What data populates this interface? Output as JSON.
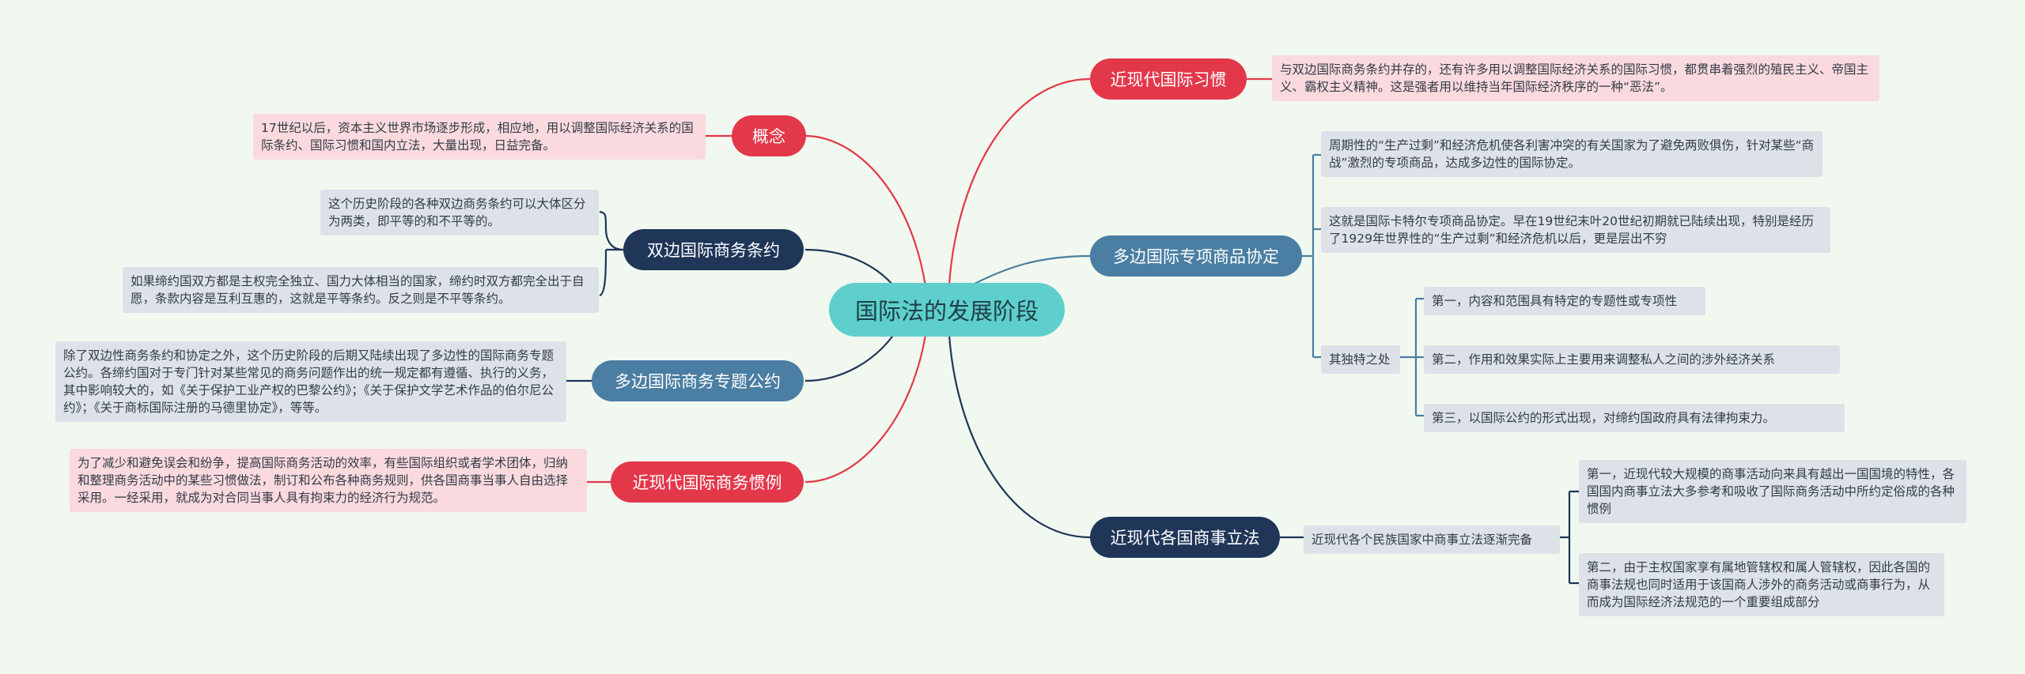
{
  "center": "国际法的发展阶段",
  "branches": {
    "concept": {
      "label": "概念",
      "text": "17世纪以后，资本主义世界市场逐步形成，相应地，用以调整国际经济关系的国际条约、国际习惯和国内立法，大量出现，日益完备。"
    },
    "bilateral": {
      "label": "双边国际商务条约",
      "text1": "这个历史阶段的各种双边商务条约可以大体区分为两类，即平等的和不平等的。",
      "text2": "如果缔约国双方都是主权完全独立、国力大体相当的国家，缔约时双方都完全出于自愿，条款内容是互利互惠的，这就是平等条约。反之则是不平等条约。"
    },
    "multilateral_convention": {
      "label": "多边国际商务专题公约",
      "text": "除了双边性商务条约和协定之外，这个历史阶段的后期又陆续出现了多边性的国际商务专题公约。各缔约国对于专门针对某些常见的商务问题作出的统一规定都有遵循、执行的义务，其中影响较大的，如《关于保护工业产权的巴黎公约》；《关于保护文学艺术作品的伯尔尼公约》；《关于商标国际注册的马德里协定》，等等。"
    },
    "practice": {
      "label": "近现代国际商务惯例",
      "text": "为了减少和避免误会和纷争，提高国际商务活动的效率，有些国际组织或者学术团体，归纳和整理商务活动中的某些习惯做法，制订和公布各种商务规则，供各国商事当事人自由选择采用。一经采用，就成为对合同当事人具有拘束力的经济行为规范。"
    },
    "custom": {
      "label": "近现代国际习惯",
      "text": "与双边国际商务条约并存的，还有许多用以调整国际经济关系的国际习惯，都贯串着强烈的殖民主义、帝国主义、霸权主义精神。这是强者用以维持当年国际经济秩序的一种“恶法”。"
    },
    "commodity": {
      "label": "多边国际专项商品协定",
      "text1": "周期性的“生产过剩”和经济危机使各利害冲突的有关国家为了避免两败俱伤，针对某些“商战”激烈的专项商品，达成多边性的国际协定。",
      "text2": "这就是国际卡特尔专项商品协定。早在19世纪末叶20世纪初期就已陆续出现，特别是经历了1929年世界性的“生产过剩”和经济危机以后，更是层出不穷",
      "unique_label": "其独特之处",
      "unique_items": [
        "第一，内容和范围具有特定的专题性或专项性",
        "第二，作用和效果实际上主要用来调整私人之间的涉外经济关系",
        "第三，以国际公约的形式出现，对缔约国政府具有法律拘束力。"
      ]
    },
    "legislation": {
      "label": "近现代各国商事立法",
      "sub": "近现代各个民族国家中商事立法逐渐完备",
      "items": [
        "第一，近现代较大规模的商事活动向来具有越出一国国境的特性，各国国内商事立法大多参考和吸收了国际商务活动中所约定俗成的各种惯例",
        "第二，由于主权国家享有属地管辖权和属人管辖权，因此各国的商事法规也同时适用于该国商人涉外的商务活动或商事行为，从而成为国际经济法规范的一个重要组成部分"
      ]
    }
  },
  "colors": {
    "red": "#e3384a",
    "dark": "#1f3659",
    "steel": "#4a7ea2",
    "teal": "#5ecfcc",
    "pink": "#fadadf",
    "grey": "#dde2e9"
  }
}
